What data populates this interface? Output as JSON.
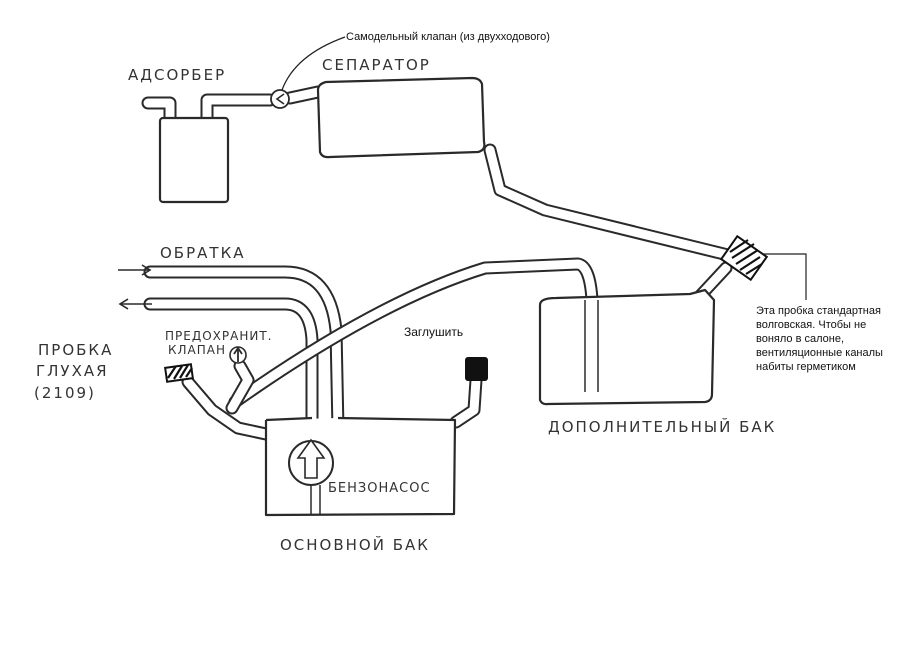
{
  "labels": {
    "adsorber": "АДСОРБЕР",
    "separator": "СЕПАРАТОР",
    "valve_note": "Самодельный клапан (из двухходового)",
    "return_line": "ОБРАТКА",
    "safety_valve_line1": "ПРЕДОХРАНИТ.",
    "safety_valve_line2": "КЛАПАН",
    "blind_plug_line1": "ПРОБКА",
    "blind_plug_line2": "ГЛУХАЯ",
    "blind_plug_line3": "(2109)",
    "plug_off": "Заглушить",
    "fuel_pump": "БЕНЗОНАСОС",
    "main_tank": "ОСНОВНОЙ БАК",
    "extra_tank": "ДОПОЛНИТЕЛЬНЫЙ БАК",
    "volga_note_line1": "Эта пробка стандартная",
    "volga_note_line2": "волговская. Чтобы не",
    "volga_note_line3": "воняло в салоне,",
    "volga_note_line4": "вентиляционные каналы",
    "volga_note_line5": "набиты герметиком"
  },
  "colors": {
    "ink": "#2a2a2a",
    "paper": "#ffffff",
    "plug_fill": "#111111"
  },
  "icons": {
    "valve": "check-valve-icon",
    "pump_arrow": "up-arrow-icon",
    "safety_arrow": "up-arrow-icon",
    "arrow_left": "arrow-left-icon",
    "arrow_right": "arrow-right-icon"
  }
}
